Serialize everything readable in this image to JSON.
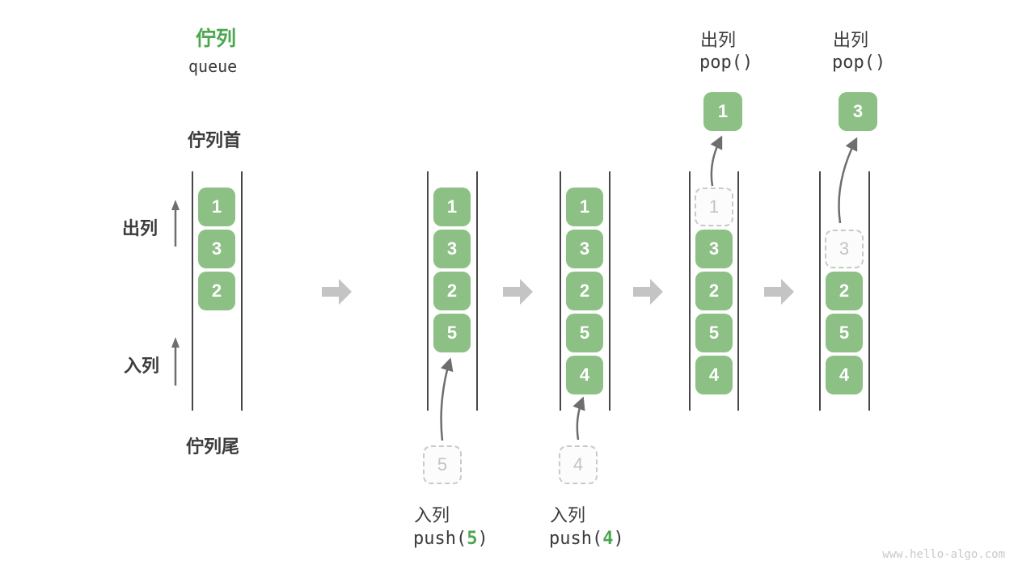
{
  "title": {
    "zh": "佇列",
    "en": "queue"
  },
  "side": {
    "front": "佇列首",
    "rear": "佇列尾",
    "dequeue": "出列",
    "enqueue": "入列"
  },
  "watermark": "www.hello-algo.com",
  "colors": {
    "accent_green": "#4ca750",
    "box_green": "#8cc084",
    "text_dark": "#3c3c3c",
    "thin_arrow_gray": "#6e6e6e",
    "block_arrow_gray": "#c4c4c4",
    "dashed_gray": "#c9c9c9"
  },
  "states": [
    {
      "name": "initial",
      "cells": [
        "1",
        "3",
        "2"
      ]
    },
    {
      "name": "after-push-5",
      "cells": [
        "1",
        "3",
        "2",
        "5"
      ],
      "incoming": "5",
      "op": {
        "label": "入列",
        "fn": "push(",
        "arg": "5",
        "close": ")"
      }
    },
    {
      "name": "after-push-4",
      "cells": [
        "1",
        "3",
        "2",
        "5",
        "4"
      ],
      "incoming": "4",
      "op": {
        "label": "入列",
        "fn": "push(",
        "arg": "4",
        "close": ")"
      }
    },
    {
      "name": "pop-1",
      "cells": [
        "3",
        "2",
        "5",
        "4"
      ],
      "ghost": "1",
      "popped": "1",
      "op": {
        "label": "出列",
        "fn": "pop()"
      }
    },
    {
      "name": "pop-3",
      "cells": [
        "2",
        "5",
        "4"
      ],
      "ghost": "3",
      "popped": "3",
      "op": {
        "label": "出列",
        "fn": "pop()"
      }
    }
  ]
}
